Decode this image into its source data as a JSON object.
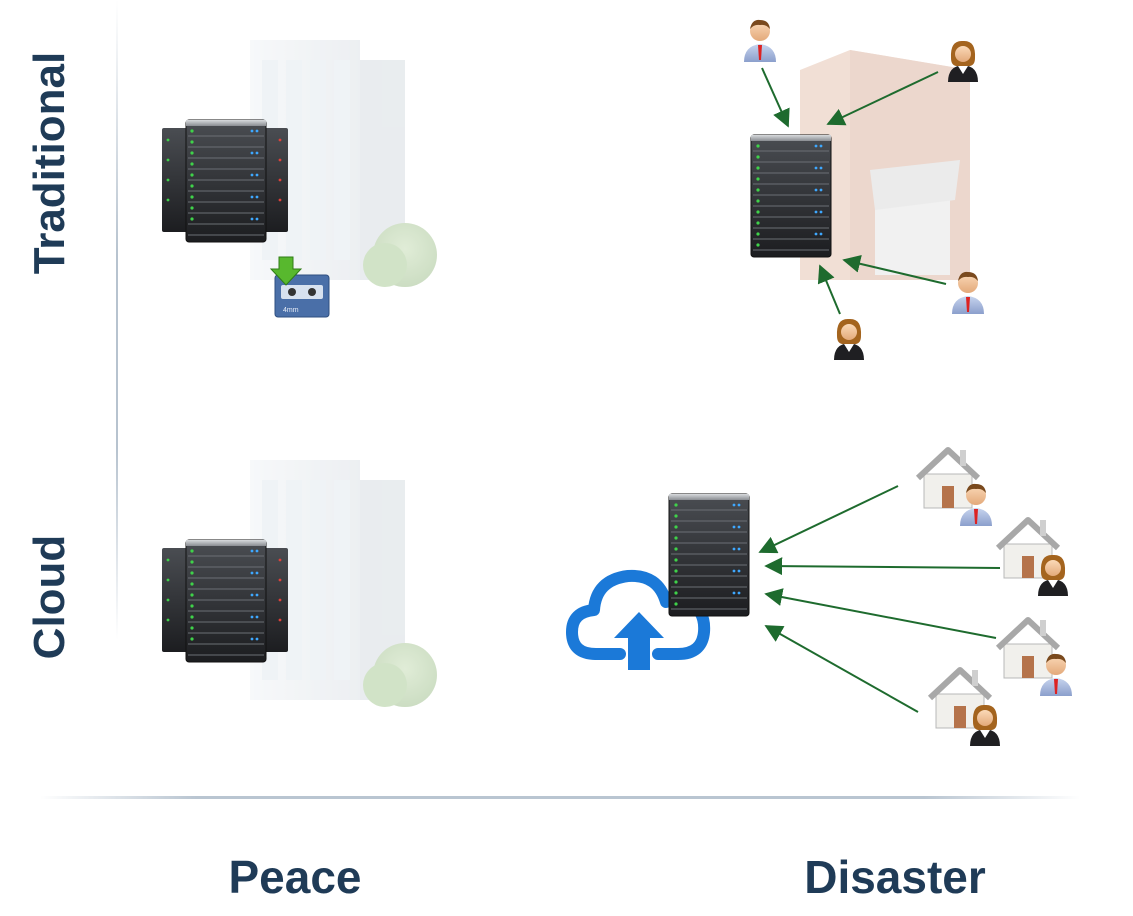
{
  "rows": [
    "Traditional",
    "Cloud"
  ],
  "columns": [
    "Peace",
    "Disaster"
  ],
  "colors": {
    "label": "#1f3b57",
    "arrow": "#1e6b2e",
    "cloud": "#1b79d8",
    "server_body": "#2e3033",
    "led_green": "#3fd24a",
    "led_blue": "#3ea8ff"
  },
  "icons": {
    "server": "server-rack-icon",
    "building": "office-building-icon",
    "warehouse": "warehouse-icon",
    "tape": "backup-tape-icon",
    "cloud": "cloud-upload-icon",
    "house": "house-icon",
    "user_male": "male-user-icon",
    "user_female": "female-user-icon"
  },
  "tape_label": "4mm"
}
